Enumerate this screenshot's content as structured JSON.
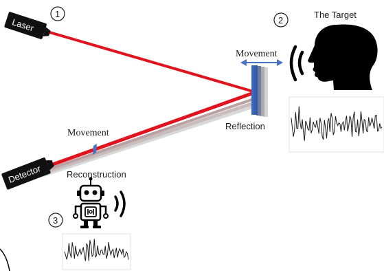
{
  "devices": {
    "laser": "Laser",
    "detector": "Detector"
  },
  "labels": {
    "target": "The Target",
    "movement_mirror": "Movement",
    "movement_beam": "Movement",
    "reflection": "Reflection",
    "reconstruction": "Reconstruction"
  },
  "steps": [
    "1",
    "2",
    "3"
  ],
  "colors": {
    "beam": "#e0141e",
    "mirror": "#4472c4",
    "arrow": "#4a72c4",
    "device": "#111111",
    "waveform": "#1a1a1a"
  }
}
